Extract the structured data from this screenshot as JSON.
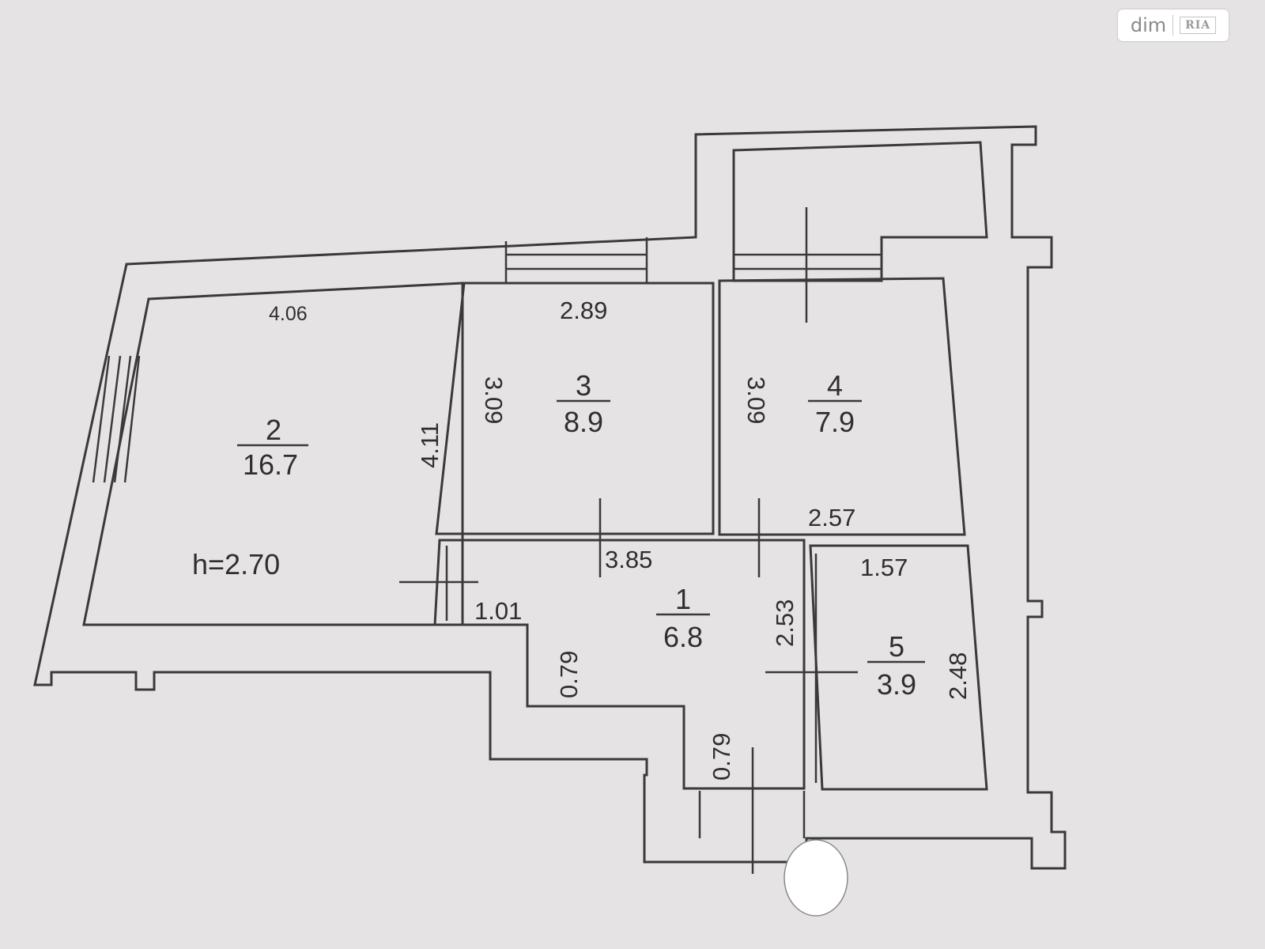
{
  "watermark": {
    "brand": "dim",
    "badge": "RIA"
  },
  "ceiling_height": "h=2.70",
  "rooms": [
    {
      "id": "1",
      "area": "6.8"
    },
    {
      "id": "2",
      "area": "16.7"
    },
    {
      "id": "3",
      "area": "8.9"
    },
    {
      "id": "4",
      "area": "7.9"
    },
    {
      "id": "5",
      "area": "3.9"
    }
  ],
  "dimensions": {
    "room2_top": "4.06",
    "room2_side": "4.11",
    "room3_top": "2.89",
    "room3_side": "3.09",
    "room4_side": "3.09",
    "room4_bottom": "2.57",
    "hall_top": "3.85",
    "hall_step": "1.01",
    "hall_recess_a": "0.79",
    "hall_recess_b": "0.79",
    "hall_side": "2.53",
    "room5_top": "1.57",
    "room5_side": "2.48"
  }
}
